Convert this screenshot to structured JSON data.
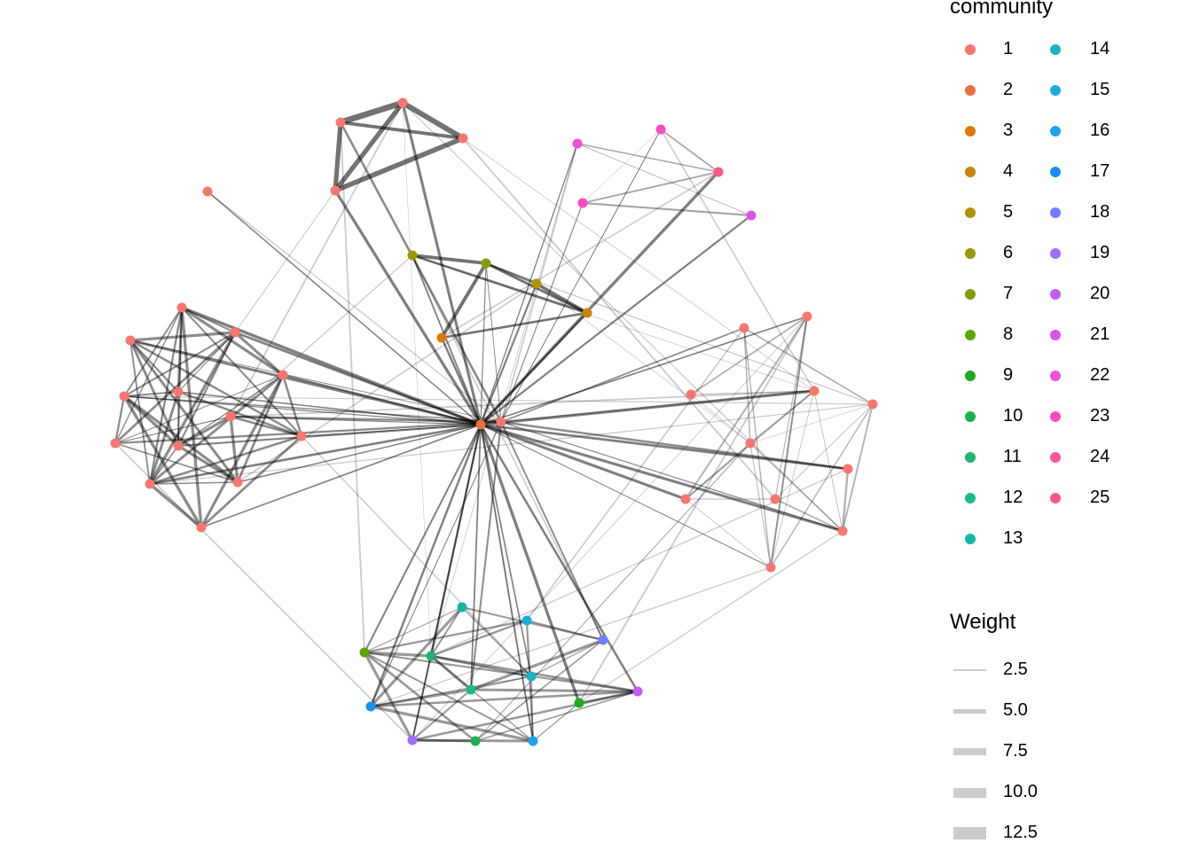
{
  "legend": {
    "community_title": "community",
    "communities": [
      {
        "label": "1",
        "color": "#F8766D"
      },
      {
        "label": "2",
        "color": "#E9703C"
      },
      {
        "label": "3",
        "color": "#DC7900"
      },
      {
        "label": "4",
        "color": "#C98500"
      },
      {
        "label": "5",
        "color": "#B19300"
      },
      {
        "label": "6",
        "color": "#989A00"
      },
      {
        "label": "7",
        "color": "#7EA000"
      },
      {
        "label": "8",
        "color": "#5AA500"
      },
      {
        "label": "9",
        "color": "#1EAA1E"
      },
      {
        "label": "10",
        "color": "#18B14E"
      },
      {
        "label": "11",
        "color": "#1CB46F"
      },
      {
        "label": "12",
        "color": "#1ABA8E"
      },
      {
        "label": "13",
        "color": "#14B6A8"
      },
      {
        "label": "14",
        "color": "#18B4C4"
      },
      {
        "label": "15",
        "color": "#1AAEDA"
      },
      {
        "label": "16",
        "color": "#1CA3EC"
      },
      {
        "label": "17",
        "color": "#1A8EF8"
      },
      {
        "label": "18",
        "color": "#6F80FC"
      },
      {
        "label": "19",
        "color": "#A06FFC"
      },
      {
        "label": "20",
        "color": "#C15CF6"
      },
      {
        "label": "21",
        "color": "#DC52EC"
      },
      {
        "label": "22",
        "color": "#EE4ED8"
      },
      {
        "label": "23",
        "color": "#FA4CC0"
      },
      {
        "label": "24",
        "color": "#FC54A0"
      },
      {
        "label": "25",
        "color": "#FC5A80"
      }
    ],
    "weight_title": "Weight",
    "weights": [
      {
        "label": "2.5",
        "value": 2.5
      },
      {
        "label": "5.0",
        "value": 5.0
      },
      {
        "label": "7.5",
        "value": 7.5
      },
      {
        "label": "10.0",
        "value": 10.0
      },
      {
        "label": "12.5",
        "value": 12.5
      }
    ]
  },
  "network": {
    "node_communities": [
      1,
      1,
      1,
      1,
      1,
      22,
      23,
      25,
      23,
      21,
      6,
      7,
      5,
      4,
      3,
      2,
      1,
      1,
      1,
      1,
      1,
      1,
      1,
      1,
      1,
      1,
      1,
      1,
      1,
      1,
      1,
      1,
      1,
      1,
      1,
      1,
      1,
      1,
      1,
      1,
      1,
      13,
      15,
      18,
      8,
      11,
      14,
      12,
      9,
      20,
      17,
      19,
      10,
      16
    ]
  }
}
